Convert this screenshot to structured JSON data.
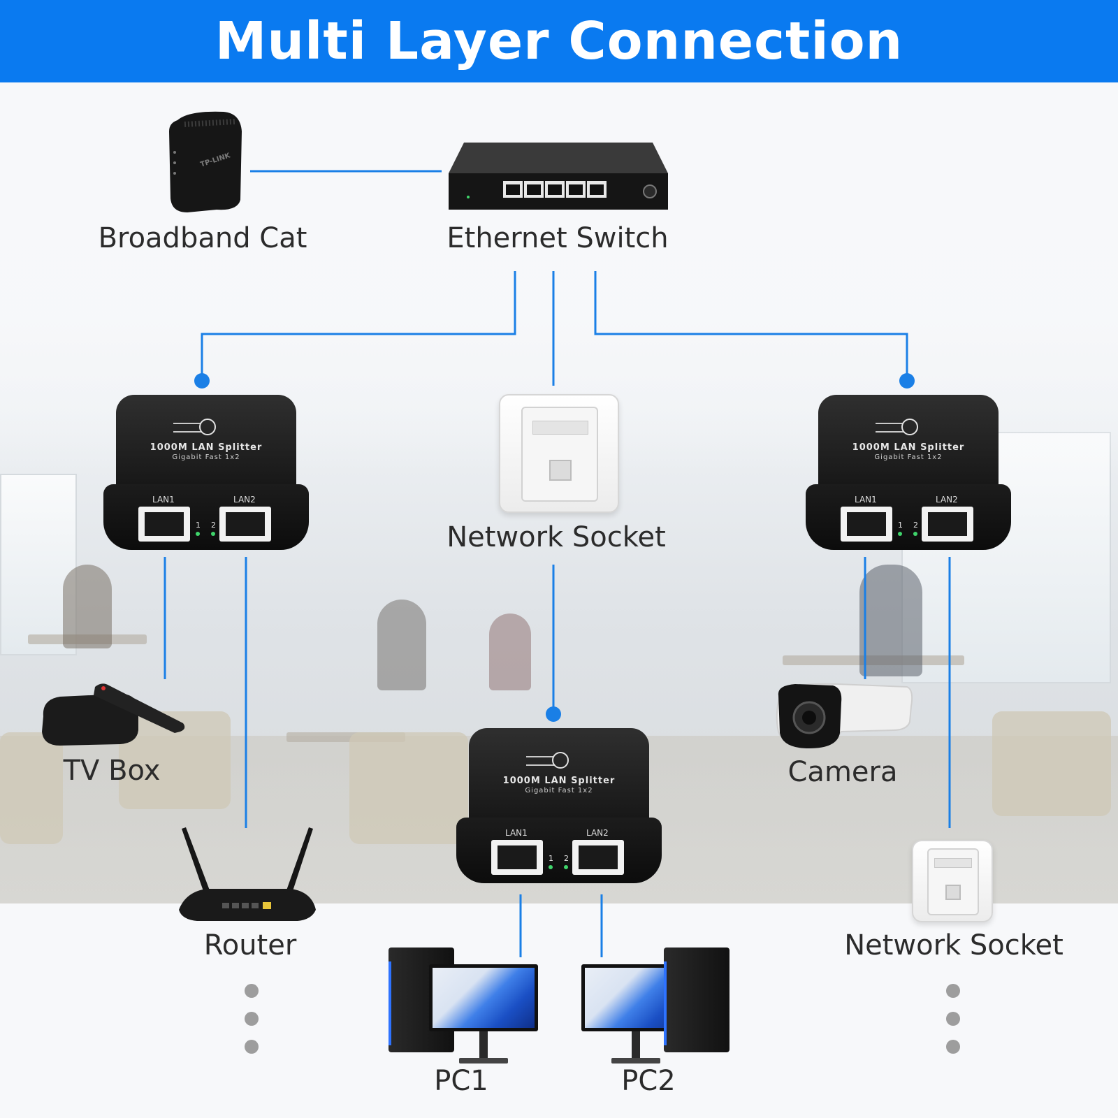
{
  "title": "Multi Layer Connection",
  "labels": {
    "broadband": "Broadband Cat",
    "switch": "Ethernet Switch",
    "network_socket_mid": "Network Socket",
    "tv_box": "TV Box",
    "router": "Router",
    "camera": "Camera",
    "network_socket_right": "Network Socket",
    "pc1": "PC1",
    "pc2": "PC2"
  },
  "splitter": {
    "name": "1000M LAN Splitter",
    "subtitle": "Gigabit Fast 1x2",
    "lan1": "LAN1",
    "lan2": "LAN2",
    "led1": "1",
    "led2": "2"
  },
  "modem_brand": "TP-LINK",
  "colors": {
    "accent": "#0a7af0",
    "wire": "#1a7fe6",
    "text": "#2b2b2b"
  }
}
